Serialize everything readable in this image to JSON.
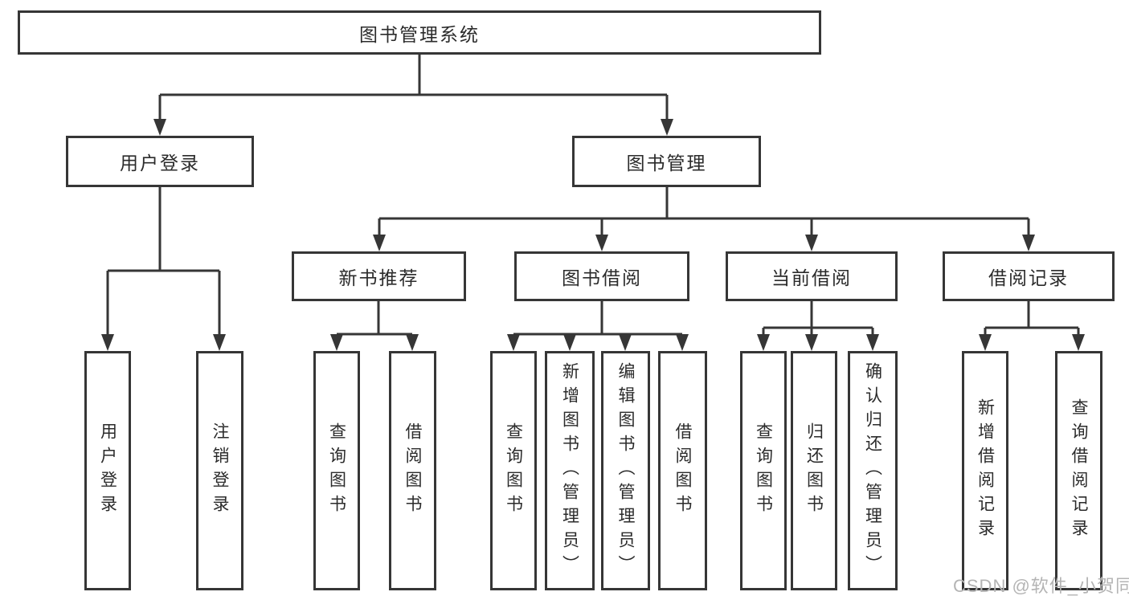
{
  "diagram": {
    "root": {
      "label": "图书管理系统",
      "children": [
        {
          "label": "用户登录",
          "children": [
            {
              "label": "用户登录"
            },
            {
              "label": "注销登录"
            }
          ]
        },
        {
          "label": "图书管理",
          "children": [
            {
              "label": "新书推荐",
              "children": [
                {
                  "label": "查询图书"
                },
                {
                  "label": "借阅图书"
                }
              ]
            },
            {
              "label": "图书借阅",
              "children": [
                {
                  "label": "查询图书"
                },
                {
                  "label": "新增图书（管理员）"
                },
                {
                  "label": "编辑图书（管理员）"
                },
                {
                  "label": "借阅图书"
                }
              ]
            },
            {
              "label": "当前借阅",
              "children": [
                {
                  "label": "查询图书"
                },
                {
                  "label": "归还图书"
                },
                {
                  "label": "确认归还（管理员）"
                }
              ]
            },
            {
              "label": "借阅记录",
              "children": [
                {
                  "label": "新增借阅记录"
                },
                {
                  "label": "查询借阅记录"
                }
              ]
            }
          ]
        }
      ]
    }
  },
  "watermark": {
    "text": "CSDN @软件_小贺同学"
  },
  "colors": {
    "line": "#363636",
    "box_border": "#363636",
    "text": "#2b2b2b",
    "background": "#ffffff",
    "watermark": "#b4b4b4"
  }
}
